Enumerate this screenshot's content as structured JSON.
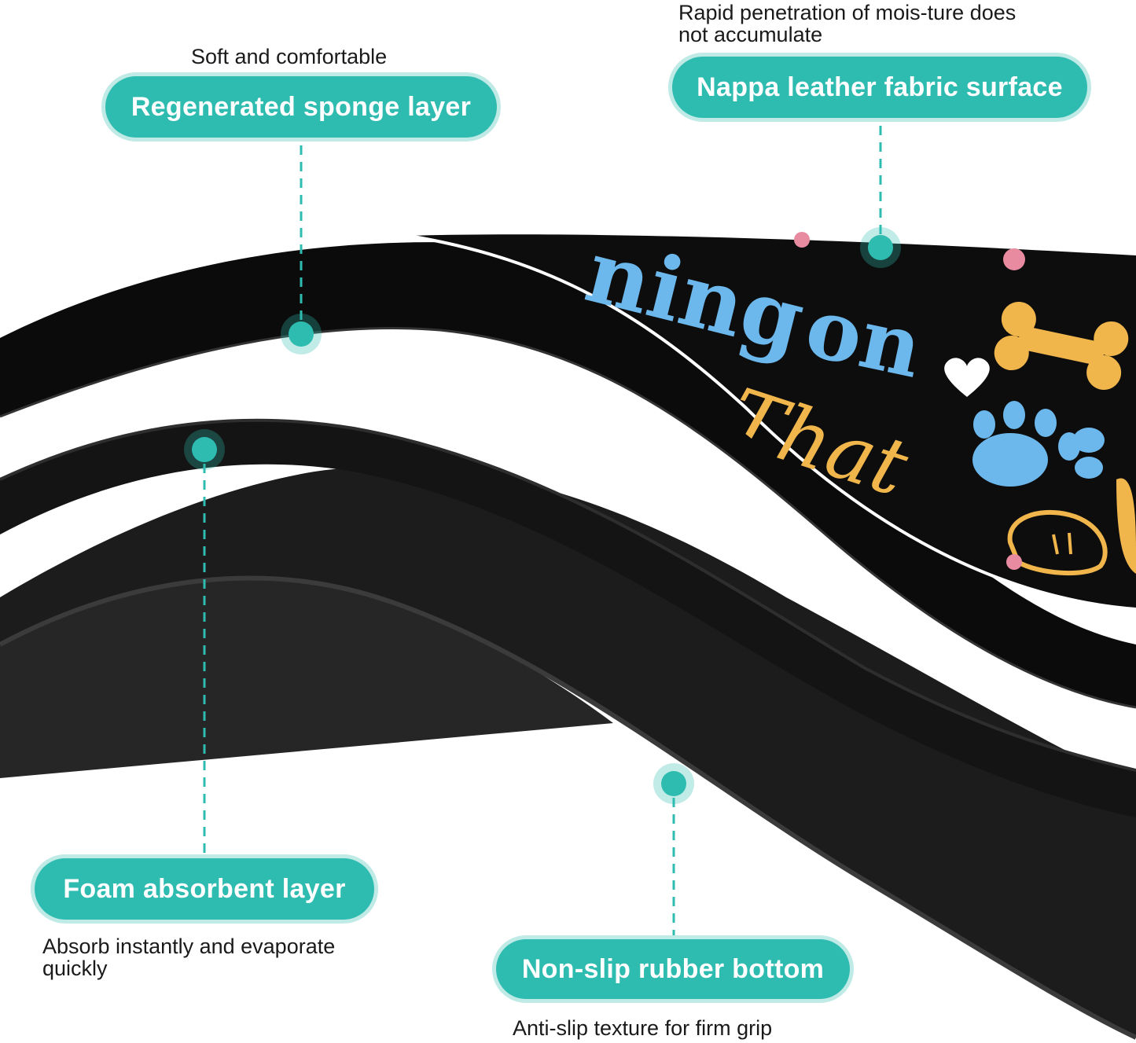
{
  "callouts": {
    "sponge": {
      "label": "Regenerated sponge layer",
      "note": "Soft and comfortable"
    },
    "nappa": {
      "label": "Nappa leather fabric surface",
      "note_line1": "Rapid penetration of mois-ture does",
      "note_line2": "not accumulate"
    },
    "foam": {
      "label": "Foam absorbent layer",
      "note_line1": "Absorb instantly and evaporate",
      "note_line2": "quickly"
    },
    "rubber": {
      "label": "Non-slip rubber bottom",
      "note": "Anti-slip texture for firm grip"
    }
  },
  "print": {
    "word1": "ning",
    "word2": "on",
    "word3": "That"
  },
  "colors": {
    "accent": "#2fbcb0",
    "accent_glow": "#bfeae6",
    "mat": "#0d0d0d",
    "print_blue": "#6cb8ec",
    "print_gold": "#f0b64c",
    "print_pink": "#e88aa0"
  },
  "icons": [
    "bone-icon",
    "paw-icon",
    "heart-icon",
    "dog-paw-icon"
  ]
}
